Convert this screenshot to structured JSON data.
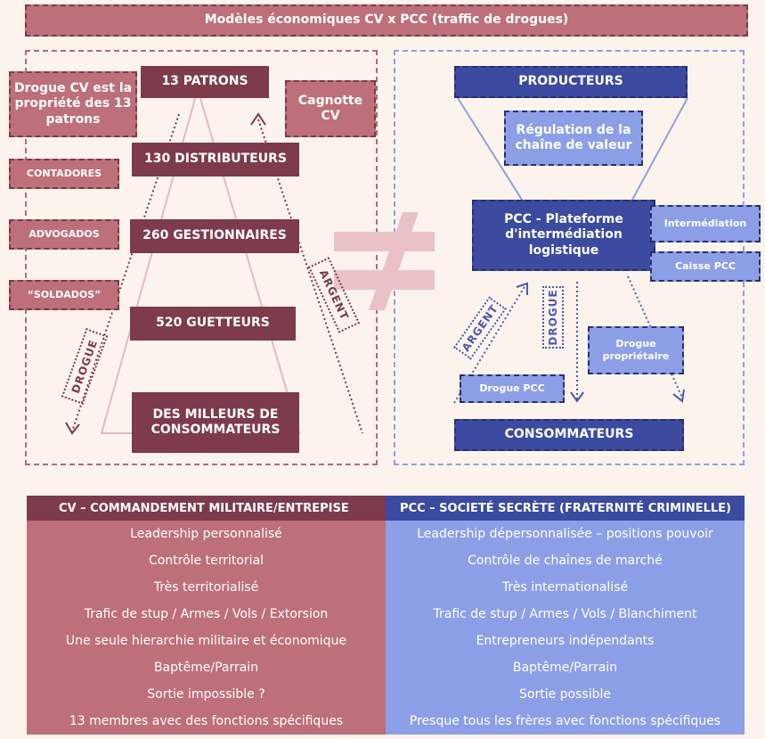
{
  "title": "Modèles économiques CV x PCC (traffic de drogues)",
  "cv": {
    "pyramid": [
      "13 PATRONS",
      "130 DISTRIBUTEURS",
      "260 GESTIONNAIRES",
      "520 GUETTEURS",
      "DES MILLEURS DE CONSOMMATEURS"
    ],
    "drogue_cv": "Drogue CV est la propriété des 13 patrons",
    "cagnotte": "Cagnotte CV",
    "contadores": "CONTADORES",
    "advogados": "ADVOGADOS",
    "soldados": "“SOLDADOS”",
    "argent": "ARGENT",
    "drogue": "DROGUE"
  },
  "pcc": {
    "producteurs": "PRODUCTEURS",
    "regulation": "Régulation de la chaîne de valeur",
    "plateforme": "PCC - Plateforme d'intermédiation logistique",
    "intermediation": "Intermédiation",
    "caisse": "Caisse PCC",
    "argent": "ARGENT",
    "drogue": "DROGUE",
    "drogue_proprietaire": "Drogue propriétaire",
    "drogue_pcc": "Drogue PCC",
    "consommateurs": "CONSOMMATEURS"
  },
  "table": {
    "headers": [
      "CV – COMMANDEMENT MILITAIRE/ENTREPISE",
      "PCC – SOCIETÉ SECRÈTE (FRATERNITÉ CRIMINELLE)"
    ],
    "rows": [
      [
        "Leadership personnalisé",
        "Leadership dépersonnalisée – positions pouvoir"
      ],
      [
        "Contrôle territorial",
        "Contrôle de chaînes de marché"
      ],
      [
        "Très territorialisé",
        "Très internationalisé"
      ],
      [
        "Trafic de stup / Armes / Vols / Extorsion",
        "Trafic de stup / Armes / Vols / Blanchiment"
      ],
      [
        "Une seule hierarchie militaire et économique",
        "Entrepreneurs indépendants"
      ],
      [
        "Baptême/Parrain",
        "Baptême/Parrain"
      ],
      [
        "Sortie impossible ?",
        "Sortie possible"
      ],
      [
        "13 membres avec des fonctions spécifiques",
        "Presque tous les frères avec fonctions spécifiques"
      ]
    ]
  },
  "colors": {
    "background": "#fcf3ec",
    "cv_dark": "#7d3b4c",
    "cv_mid": "#bd6f7a",
    "pcc_dark": "#3c4aa0",
    "pcc_light": "#8c9fe6"
  }
}
